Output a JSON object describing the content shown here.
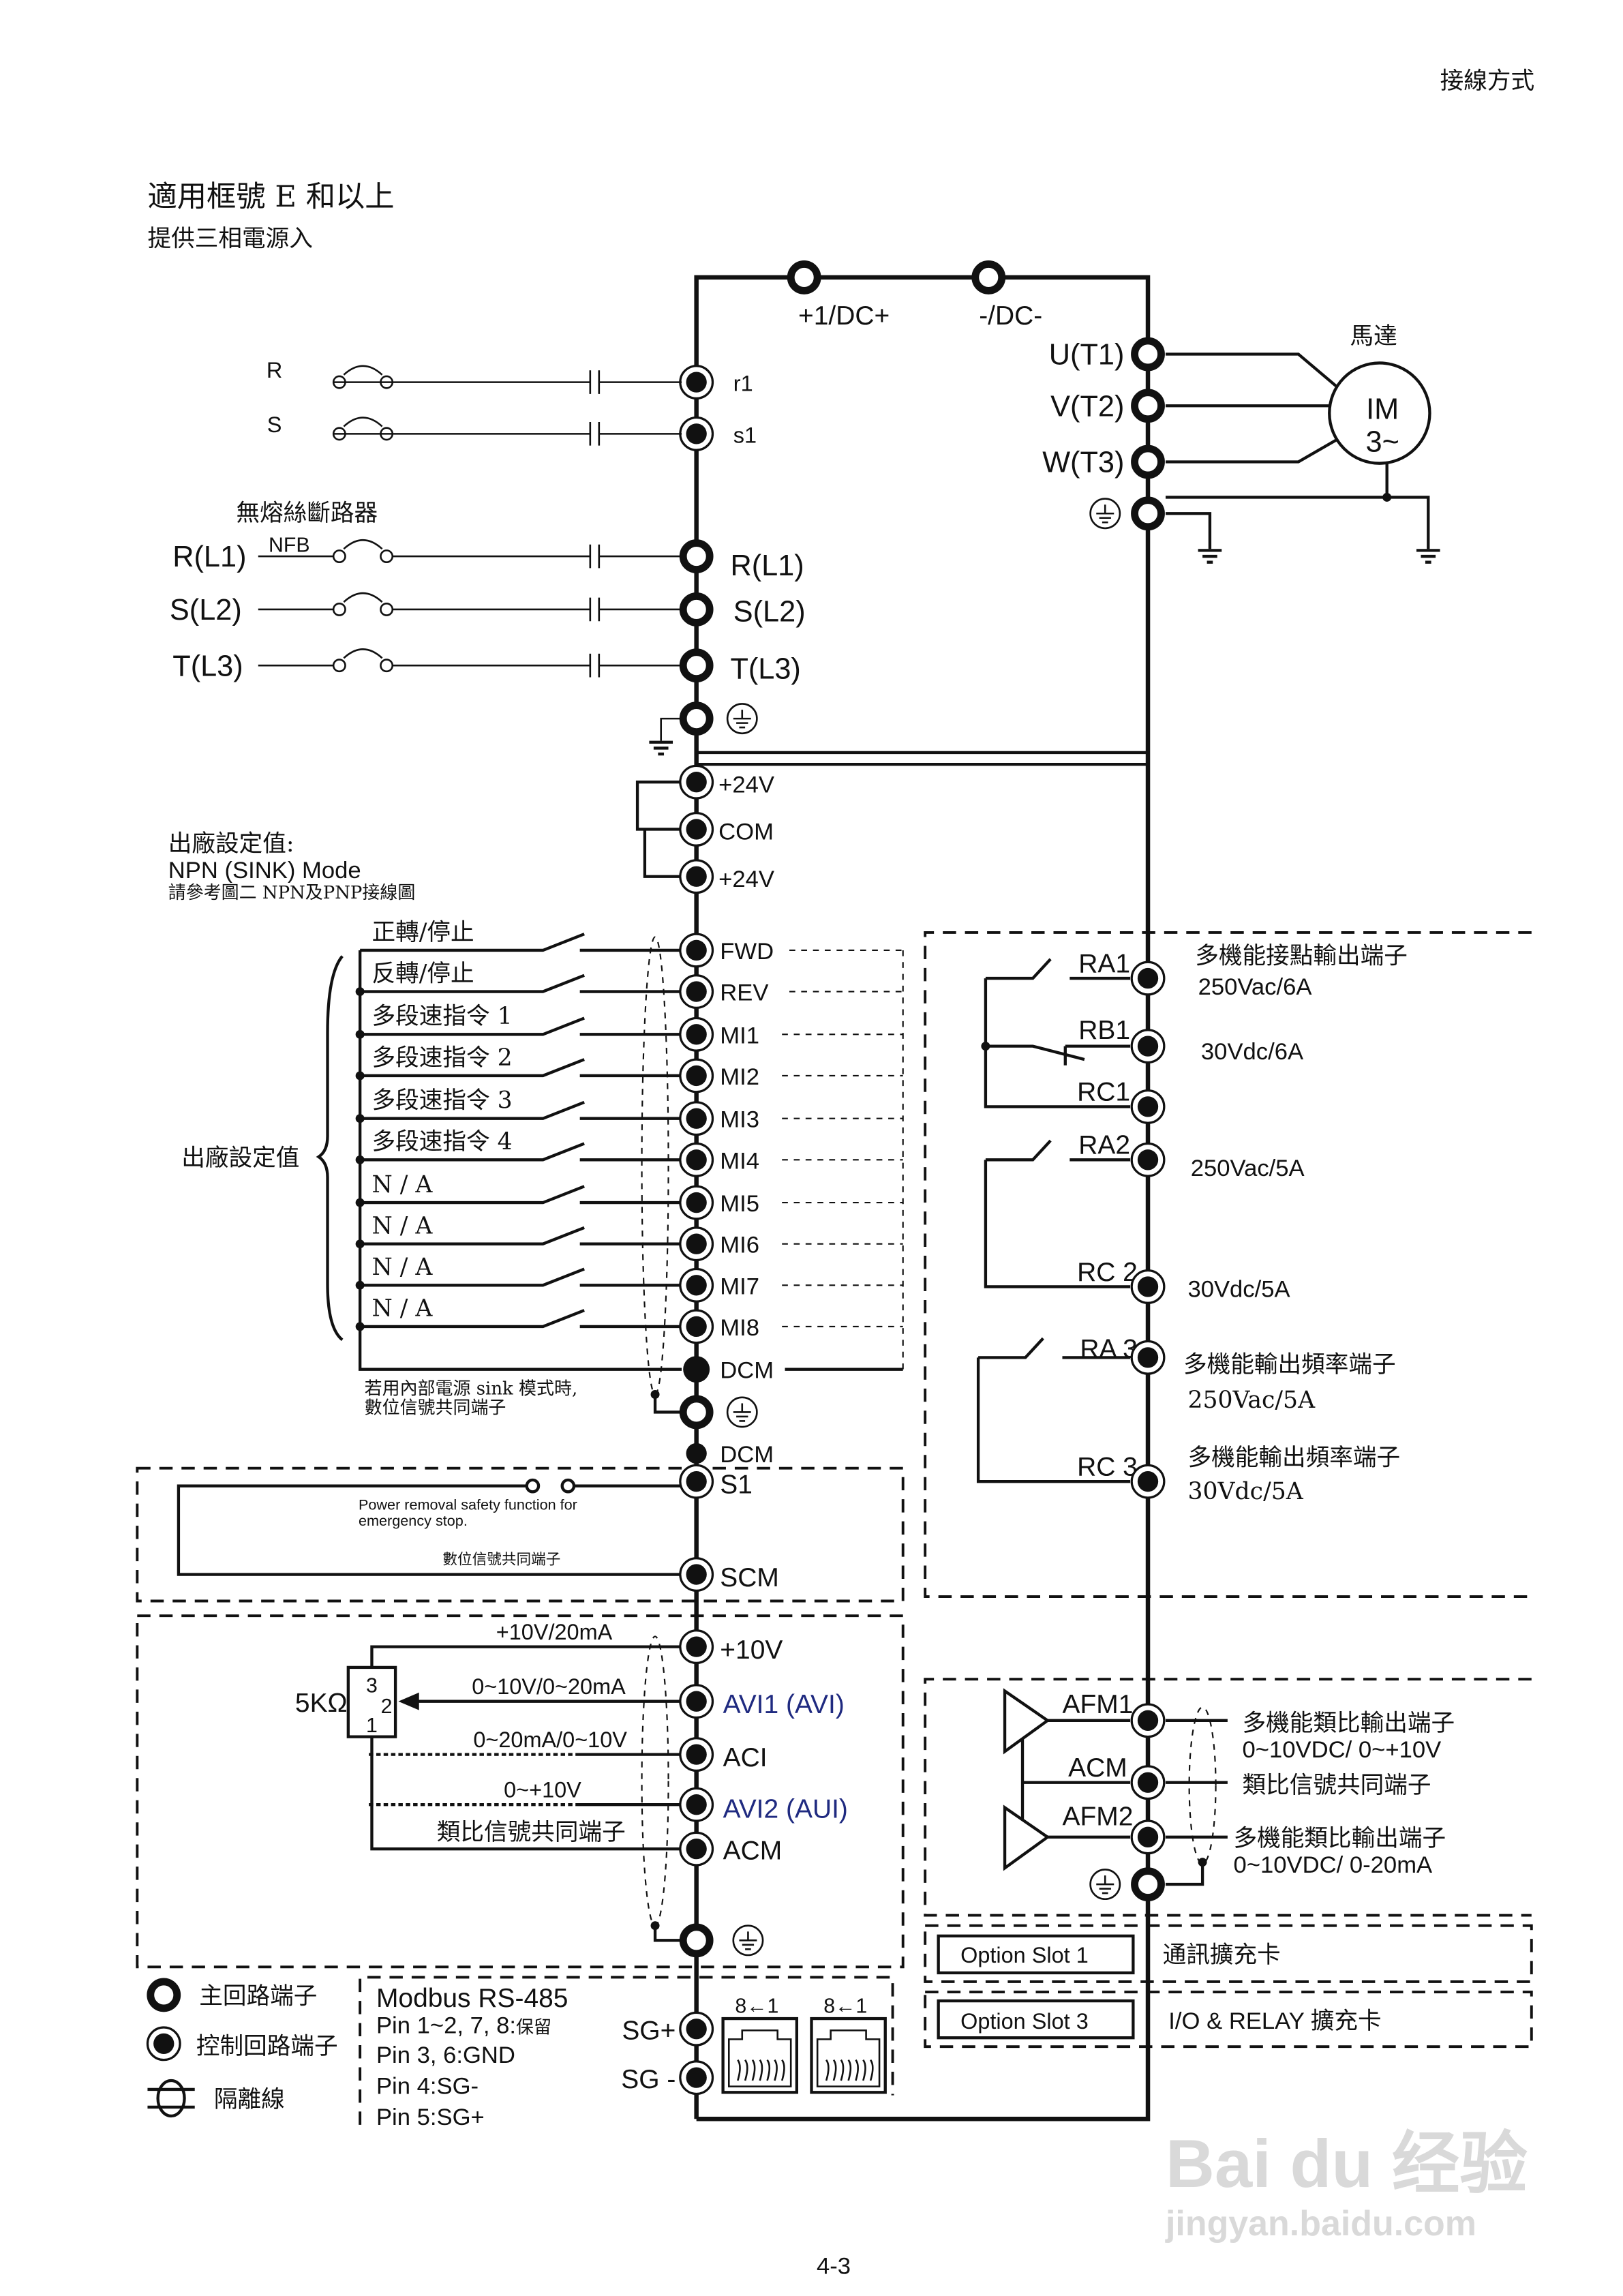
{
  "header": {
    "section": "接線方式"
  },
  "title": {
    "main": "適用框號 E 和以上",
    "sub": "提供三相電源入"
  },
  "dc_bus": {
    "plus": "+1/DC+",
    "minus": "-/DC-"
  },
  "aux_power": {
    "r_in": "R",
    "s_in": "S",
    "r1": "r1",
    "s1": "s1"
  },
  "main_input": {
    "breaker_label": "無熔絲斷路器",
    "nfb": "NFB",
    "lines": [
      "R(L1)",
      "S(L2)",
      "T(L3)"
    ],
    "terminals": [
      "R(L1)",
      "S(L2)",
      "T(L3)"
    ]
  },
  "motor": {
    "label": "馬達",
    "name": "IM",
    "phase": "3~",
    "outputs": [
      "U(T1)",
      "V(T2)",
      "W(T3)"
    ]
  },
  "control": {
    "supply": [
      "+24V",
      "COM",
      "+24V"
    ],
    "mode_note": [
      "出廠設定值:",
      "NPN (SINK) Mode",
      "請參考圖二 NPN及PNP接線圖"
    ],
    "factory_default": "出廠設定值",
    "switches": [
      "正轉/停止",
      "反轉/停止",
      "多段速指令 1",
      "多段速指令 2",
      "多段速指令 3",
      "多段速指令 4",
      "N / A",
      "N / A",
      "N / A",
      "N / A"
    ],
    "terminals": [
      "FWD",
      "REV",
      "MI1",
      "MI2",
      "MI3",
      "MI4",
      "MI5",
      "MI6",
      "MI7",
      "MI8",
      "DCM"
    ],
    "sink_note": [
      "若用內部電源 sink 模式時,",
      "數位信號共同端子"
    ],
    "dcm2": "DCM"
  },
  "safety": {
    "s1": "S1",
    "scm": "SCM",
    "note": [
      "Power removal safety function for",
      "emergency stop."
    ],
    "common": "數位信號共同端子"
  },
  "analog_in": {
    "pot": "5KΩ",
    "pins": [
      "3",
      "2",
      "1"
    ],
    "signals": [
      "+10V/20mA",
      "0~10V/0~20mA",
      "0~20mA/0~10V",
      "0~+10V",
      "類比信號共同端子"
    ],
    "terminals": [
      "+10V",
      "AVI1 (AVI)",
      "ACI",
      "AVI2 (AUI)",
      "ACM"
    ],
    "highlight_color": "#1f2a80"
  },
  "relay": {
    "terminals": [
      "RA1",
      "RB1",
      "RC1",
      "RA2",
      "RC 2",
      "RA 3",
      "RC 3"
    ],
    "desc": {
      "r1_title": "多機能接點輸出端子",
      "r1_ac": "250Vac/6A",
      "r1_dc": "30Vdc/6A",
      "r2_ac": "250Vac/5A",
      "r2_dc": "30Vdc/5A",
      "r3_title_a": "多機能輸出頻率端子",
      "r3_ac": "250Vac/5A",
      "r3_title_b": "多機能輸出頻率端子",
      "r3_dc": "30Vdc/5A"
    }
  },
  "analog_out": {
    "terminals": [
      "AFM1",
      "ACM",
      "AFM2"
    ],
    "afm1_title": "多機能類比輸出端子",
    "afm1_range": "0~10VDC/ 0~+10V",
    "acm_desc": "類比信號共同端子",
    "afm2_title": "多機能類比輸出端子",
    "afm2_range": "0~10VDC/ 0-20mA"
  },
  "option_slots": [
    {
      "label": "Option Slot 1",
      "desc": "通訊擴充卡"
    },
    {
      "label": "Option Slot 3",
      "desc": "I/O & RELAY 擴充卡"
    }
  ],
  "modbus": {
    "title": "Modbus RS-485",
    "pin_reserved": "Pin 1~2, 7, 8:",
    "reserved": "保留",
    "pin_gnd": "Pin 3, 6:GND",
    "pin_sgm": "Pin 4:SG-",
    "pin_sgp": "Pin 5:SG+",
    "sg_plus": "SG+",
    "sg_minus": "SG -",
    "jack_pins": [
      "8←1",
      "8←1"
    ]
  },
  "legend": [
    "主回路端子",
    "控制回路端子",
    "隔離線"
  ],
  "page_number": "4-3",
  "watermark": {
    "brand": "Bai du 经验",
    "url": "jingyan.baidu.com"
  }
}
